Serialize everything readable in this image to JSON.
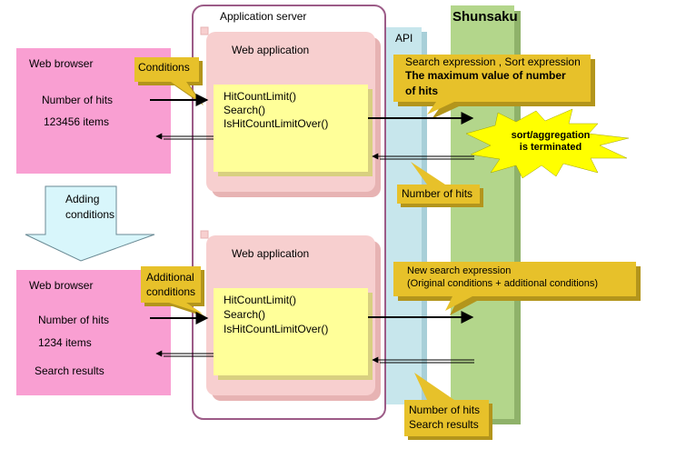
{
  "app_server": {
    "label": "Application server"
  },
  "api": {
    "label": "API"
  },
  "shunsaku": {
    "label": "Shunsaku"
  },
  "top": {
    "browser": {
      "title": "Web browser",
      "hits_label": "Number of hits",
      "hits_value": "123456 items"
    },
    "conditions_callout": "Conditions",
    "webapp_title": "Web application",
    "methods": [
      "HitCountLimit()",
      "Search()",
      "IsHitCountLimitOver()"
    ],
    "request_callout": {
      "line1": "Search expression , Sort expression",
      "line2": "The maximum value of number",
      "line3": "of hits"
    },
    "terminated": {
      "line1": "sort/aggregation",
      "line2": "is terminated"
    },
    "response_callout": "Number of hits"
  },
  "adding": {
    "line1": "Adding",
    "line2": "conditions"
  },
  "bottom": {
    "browser": {
      "title": "Web browser",
      "hits_label": "Number of hits",
      "hits_value": "1234 items",
      "results_label": "Search results"
    },
    "conditions_callout": {
      "line1": "Additional",
      "line2": "conditions"
    },
    "webapp_title": "Web application",
    "methods": [
      "HitCountLimit()",
      "Search()",
      "IsHitCountLimitOver()"
    ],
    "request_callout": {
      "line1": "New search expression",
      "line2": "(Original conditions + additional conditions)"
    },
    "response_callout": {
      "line1": "Number of hits",
      "line2": "Search results"
    }
  },
  "colors": {
    "browser": "#f99fd2",
    "webapp": "#f7cfcf",
    "method_box": "#ffff99",
    "api": "#c7e6ec",
    "shunsaku": "#b3d68b",
    "callout": "#e7c12a",
    "starburst": "#ffff00",
    "server_border": "#9c5b87"
  }
}
